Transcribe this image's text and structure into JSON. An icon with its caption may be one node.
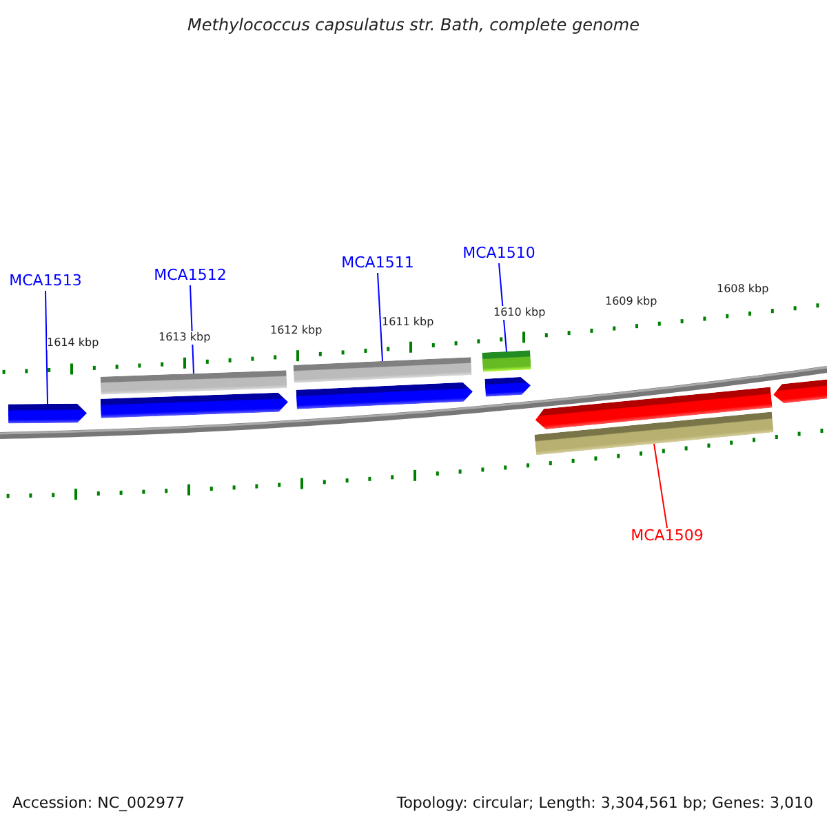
{
  "diagram": {
    "title": "Methylococcus capsulatus str. Bath, complete genome",
    "nodes": [
      {
        "text": [
          "MCA1513"
        ]
      },
      {
        "text": [
          "MCA1512"
        ]
      },
      {
        "text": [
          "MCA1511"
        ]
      },
      {
        "text": [
          "MCA1510"
        ]
      },
      {
        "text": [
          "MCA1509"
        ]
      },
      {
        "text": [],
        "shape": "arrow"
      },
      {
        "text": [],
        "shape": "arrow"
      },
      {
        "text": [],
        "shape": "arrow"
      },
      {
        "text": [],
        "shape": "arrow"
      },
      {
        "text": [],
        "shape": "arrow"
      },
      {
        "text": [],
        "shape": "arrow"
      },
      {
        "text": [],
        "shape": "bar"
      },
      {
        "text": [],
        "shape": "bar"
      },
      {
        "text": [],
        "shape": "bar"
      },
      {
        "text": [],
        "shape": "bar"
      }
    ],
    "edges": [
      {
        "from": 0,
        "to": 5,
        "arrow": "none"
      },
      {
        "from": 1,
        "to": 11,
        "arrow": "none"
      },
      {
        "from": 2,
        "to": 12,
        "arrow": "none"
      },
      {
        "from": 3,
        "to": 13,
        "arrow": "none"
      },
      {
        "from": 4,
        "to": 14,
        "arrow": "none",
        "color": "#ff0000"
      }
    ],
    "labels": [
      "1614 kbp",
      "1613 kbp",
      "1612 kbp",
      "1611 kbp",
      "1610 kbp",
      "1609 kbp",
      "1608 kbp",
      "Accession: NC_002977",
      "Topology: circular; Length: 3,304,561 bp; Genes: 3,010"
    ]
  }
}
